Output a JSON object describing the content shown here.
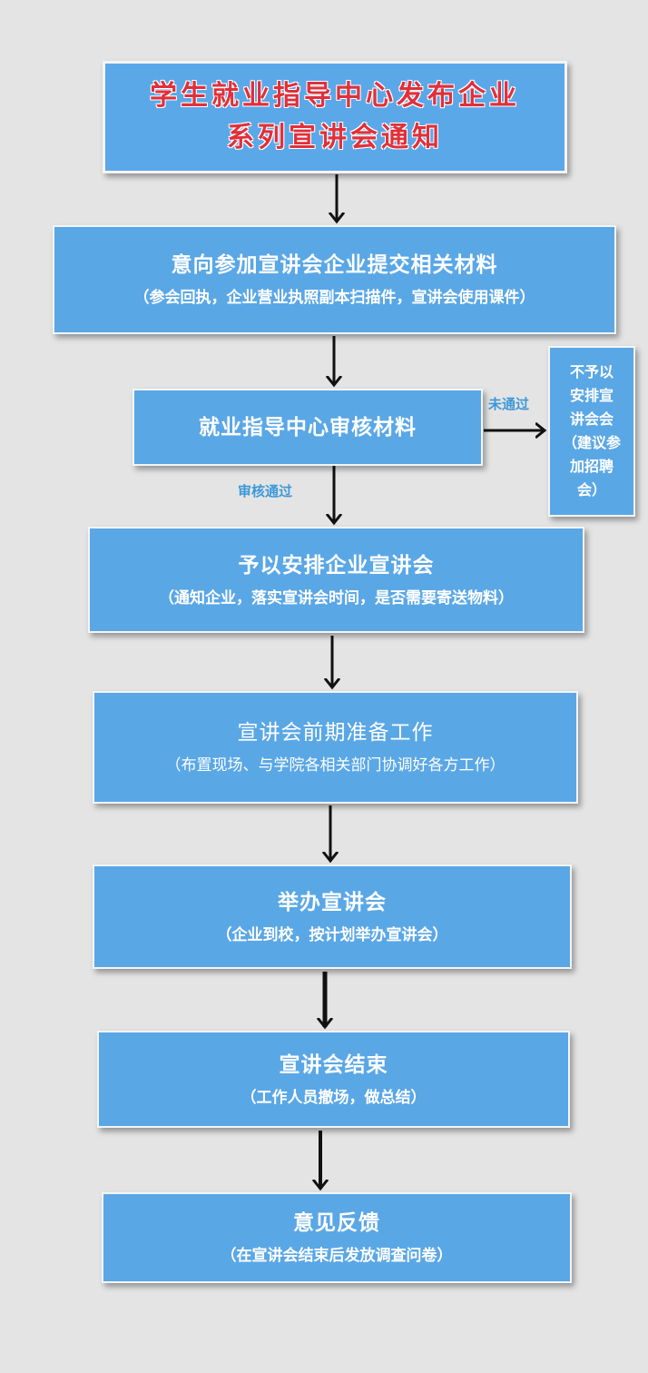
{
  "title": {
    "line1": "学生就业指导中心发布企业",
    "line2": "系列宣讲会通知"
  },
  "steps": [
    {
      "main": "意向参加宣讲会企业提交相关材料",
      "sub": "（参会回执，企业营业执照副本扫描件，宣讲会使用课件）"
    },
    {
      "main": "就业指导中心审核材料"
    },
    {
      "main": "予以安排企业宣讲会",
      "sub": "（通知企业，落实宣讲会时间，是否需要寄送物料）"
    },
    {
      "main": "宣讲会前期准备工作",
      "sub": "（布置现场、与学院各相关部门协调好各方工作）"
    },
    {
      "main": "举办宣讲会",
      "sub": "（企业到校，按计划举办宣讲会）"
    },
    {
      "main": "宣讲会结束",
      "sub": "（工作人员撤场，做总结）"
    },
    {
      "main": "意见反馈",
      "sub": "（在宣讲会结束后发放调查问卷）"
    }
  ],
  "side_box": {
    "lines": [
      "不予以",
      "安排宣",
      "讲会会",
      "（建议参",
      "加招聘",
      "会）"
    ]
  },
  "labels": {
    "not_passed": "未通过",
    "passed": "审核通过"
  },
  "colors": {
    "box_fill": "#5aa7e6",
    "title_text": "#e0303a",
    "label_text": "#3b98d9",
    "background": "#e4e4e4"
  }
}
